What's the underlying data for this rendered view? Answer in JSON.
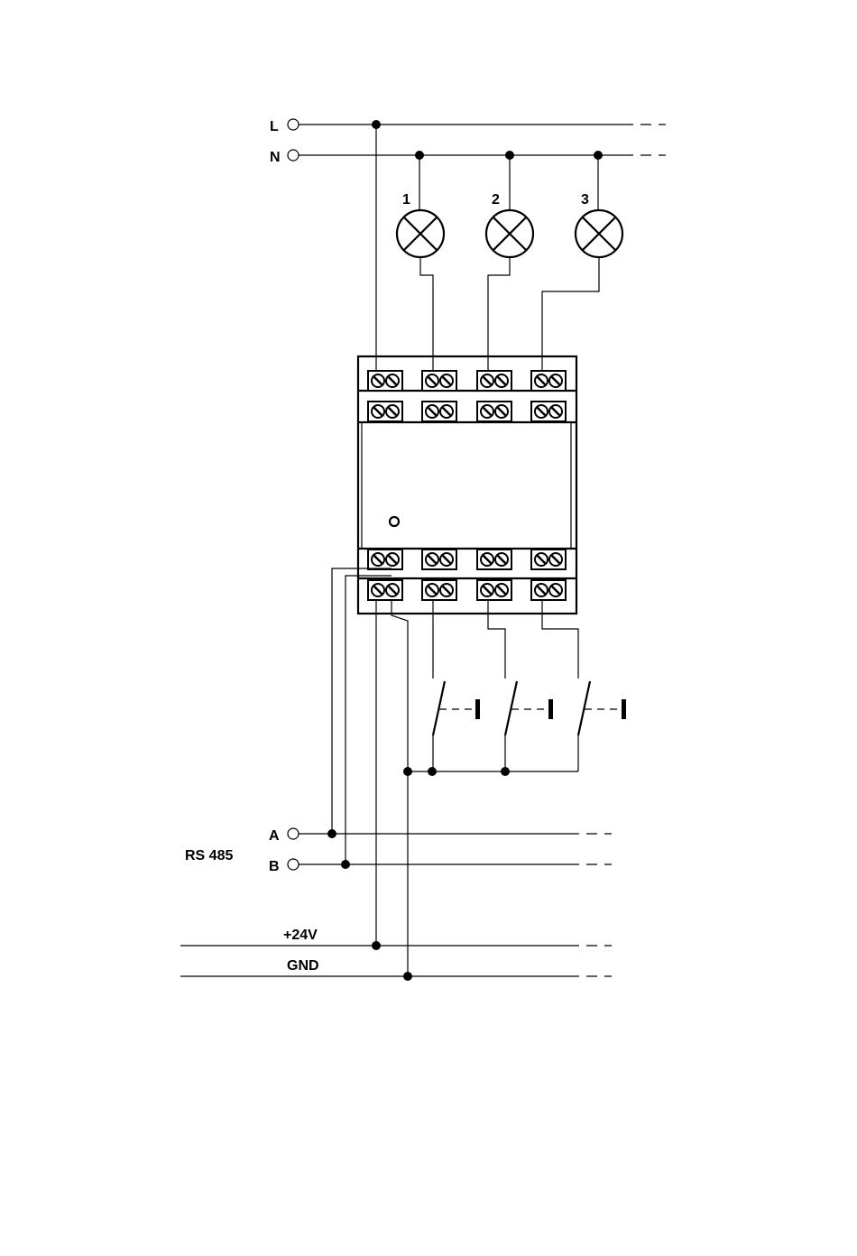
{
  "power": {
    "L": "L",
    "N": "N"
  },
  "lamps": [
    {
      "label": "1"
    },
    {
      "label": "2"
    },
    {
      "label": "3"
    }
  ],
  "bus": {
    "name": "RS 485",
    "A": "A",
    "B": "B"
  },
  "supply": {
    "plus": "+24V",
    "gnd": "GND"
  }
}
